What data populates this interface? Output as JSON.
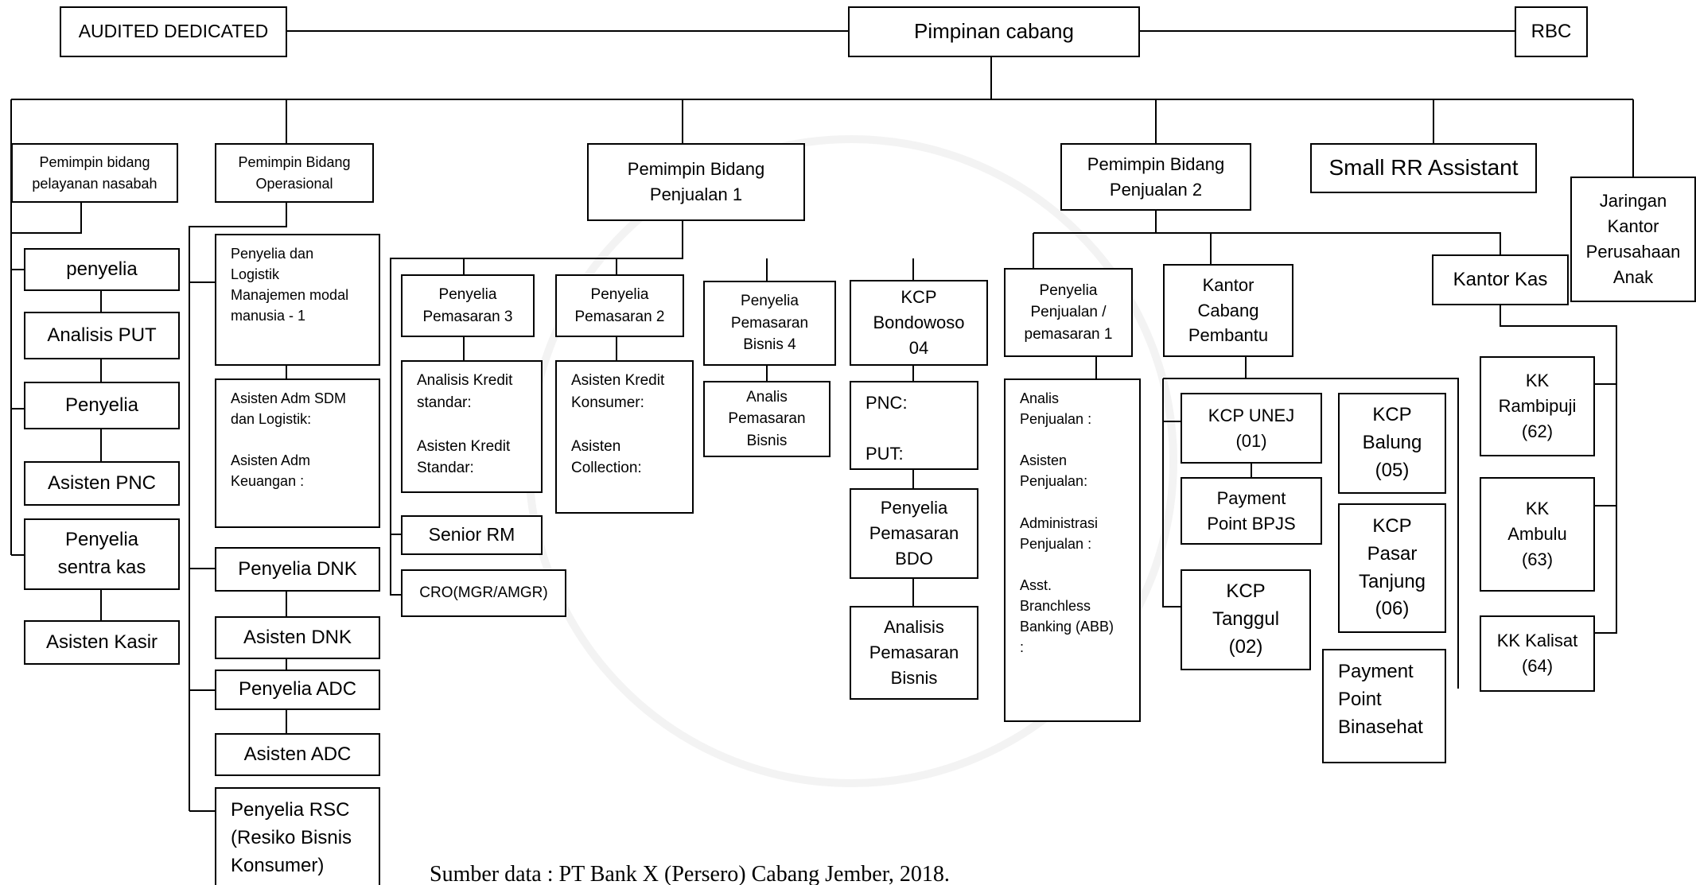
{
  "diagram": {
    "top": {
      "audited": "AUDITED DEDICATED",
      "pimpinan": "Pimpinan cabang",
      "rbc": "RBC"
    },
    "level1": {
      "pelayanan": "Pemimpin bidang\npelayanan nasabah",
      "operasional": "Pemimpin Bidang\nOperasional",
      "penjualan1": "Pemimpin Bidang\nPenjualan 1",
      "penjualan2": "Pemimpin Bidang\nPenjualan 2",
      "small_rr": "Small RR Assistant",
      "jaringan": "Jaringan\nKantor\nPerusahaan\nAnak"
    },
    "pelayanan_branch": {
      "penyelia_1": "penyelia",
      "analisis_put": "Analisis PUT",
      "penyelia_2": "Penyelia",
      "asisten_pnc": "Asisten PNC",
      "penyelia_sentra_kas": "Penyelia\nsentra kas",
      "asisten_kasir": "Asisten Kasir"
    },
    "operasional_branch": {
      "penyelia_logistik": "Penyelia dan\nLogistik\nManajemen modal\nmanusia - 1",
      "asisten_adm": "Asisten Adm SDM\ndan Logistik:\n\nAsisten Adm\nKeuangan :",
      "penyelia_dnk": "Penyelia DNK",
      "asisten_dnk": "Asisten DNK",
      "penyelia_adc": "Penyelia ADC",
      "asisten_adc": "Asisten ADC",
      "penyelia_rsc": "Penyelia RSC\n(Resiko Bisnis\nKonsumer)"
    },
    "penjualan1_branch": {
      "pemasaran_3": "Penyelia\nPemasaran 3",
      "analisis_kredit": "Analisis Kredit\nstandar:\n\nAsisten Kredit\nStandar:",
      "senior_rm": "Senior RM",
      "cro": "CRO(MGR/AMGR)",
      "pemasaran_2": "Penyelia\nPemasaran 2",
      "asisten_kredit_konsumer": "Asisten Kredit\nKonsumer:\n\nAsisten\nCollection:",
      "pemasaran_bisnis_4": "Penyelia\nPemasaran\nBisnis 4",
      "analis_pemasaran_bisnis": "Analis\nPemasaran\nBisnis",
      "kcp_bondowoso": "KCP\nBondowoso\n04",
      "pnc_put": "PNC:\n\nPUT:",
      "penyelia_pemasaran_bdo": "Penyelia\nPemasaran\nBDO",
      "analisis_pemasaran_bisnis": "Analisis\nPemasaran\nBisnis"
    },
    "penjualan2_branch": {
      "penyelia_penjualan": "Penyelia\nPenjualan /\npemasaran 1",
      "analis_penjualan": "Analis\nPenjualan :\n\nAsisten\nPenjualan:\n\nAdministrasi\nPenjualan :\n\nAsst.\nBranchless\nBanking (ABB)\n:",
      "kantor_cabang_pembantu": "Kantor\nCabang\nPembantu",
      "kcp_unej": "KCP UNEJ\n(01)",
      "payment_point_bpjs": "Payment\nPoint BPJS",
      "kcp_tanggul": "KCP\nTanggul\n(02)",
      "kcp_balung": "KCP\nBalung\n(05)",
      "kcp_pasar_tanjung": "KCP\nPasar\nTanjung\n(06)",
      "payment_point_binasehat": "Payment\nPoint\nBinasehat",
      "kantor_kas": "Kantor Kas",
      "kk_rambipuji": "KK\nRambipuji\n(62)",
      "kk_ambulu": "KK\nAmbulu\n(63)",
      "kk_kalisat": "KK Kalisat\n(64)"
    },
    "source": "Sumber data  : PT Bank X (Persero) Cabang Jember, 2018."
  }
}
